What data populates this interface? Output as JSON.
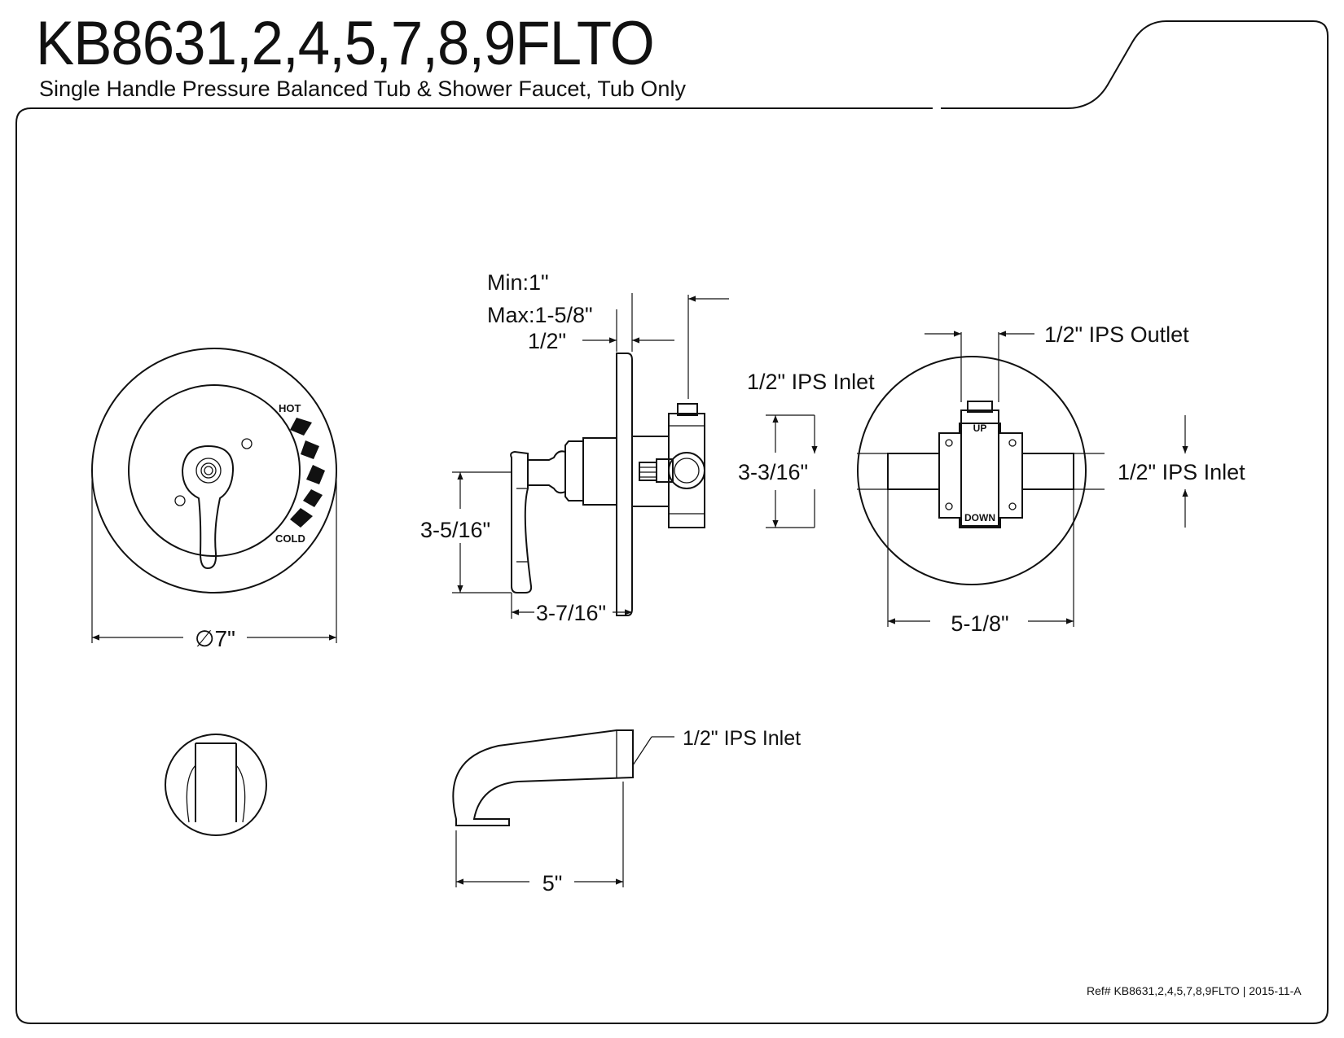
{
  "header": {
    "model": "KB8631,2,4,5,7,8,9FLTO",
    "description": "Single Handle Pressure Balanced Tub & Shower Faucet, Tub Only"
  },
  "front_view": {
    "hot_label": "HOT",
    "cold_label": "COLD",
    "diameter": "∅7\""
  },
  "side_view": {
    "min_depth": "Min:1\"",
    "max_depth": "Max:1-5/8\"",
    "plate_offset": "1/2\"",
    "handle_height": "3-5/16\"",
    "handle_projection": "3-7/16\""
  },
  "valve_view": {
    "outlet": "1/2\" IPS Outlet",
    "inlet_left": "1/2\" IPS Inlet",
    "inlet_right": "1/2\" IPS Inlet",
    "height": "3-3/16\"",
    "width": "5-1/8\"",
    "up_label": "UP",
    "down_label": "DOWN"
  },
  "spout_view": {
    "inlet": "1/2\" IPS Inlet",
    "length": "5\""
  },
  "footer": {
    "reference": "Ref# KB8631,2,4,5,7,8,9FLTO | 2015-11-A"
  }
}
